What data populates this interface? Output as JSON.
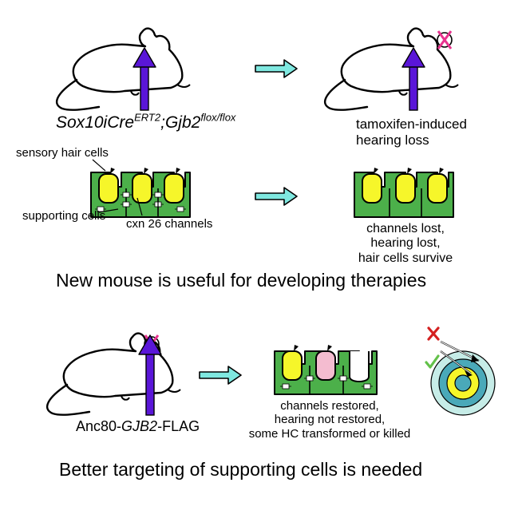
{
  "row1": {
    "genotype": {
      "base": "Sox10iCre",
      "sup1": "ERT2",
      "mid": ";Gjb2",
      "sup2": "flox/flox"
    },
    "result_line1": "tamoxifen-induced",
    "result_line2": "hearing loss"
  },
  "row2": {
    "label_sensory": "sensory hair cells",
    "label_supporting": "supporting cells",
    "label_channels": "cxn 26 channels",
    "result_line1": "channels lost,",
    "result_line2": "hearing lost,",
    "result_line3": "hair cells survive"
  },
  "conclusion1": "New mouse is useful for developing therapies",
  "row3": {
    "vector_prefix": "Anc80-",
    "vector_gene": "GJB2",
    "vector_suffix": "-FLAG",
    "result_line1": "channels restored,",
    "result_line2": "hearing not restored,",
    "result_line3": "some HC transformed or killed"
  },
  "conclusion2": "Better targeting of supporting cells is needed",
  "colors": {
    "arrow_cyan": "#7fe8e0",
    "injection_purple": "#5a16d8",
    "cross_magenta": "#e8338f",
    "tissue_green": "#4cb04a",
    "hair_cell_yellow": "#f6f62a",
    "hair_cell_pink": "#f4bcd0",
    "target_teal": "#4aa9b9",
    "check_green": "#63c14a",
    "cross_red": "#d42020"
  }
}
